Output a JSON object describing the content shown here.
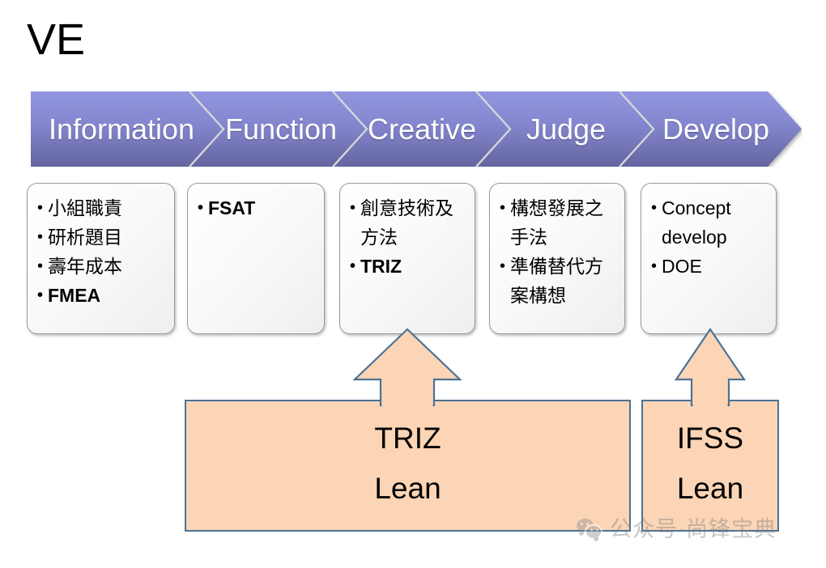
{
  "slide": {
    "title": "VE",
    "background_color": "#ffffff"
  },
  "process_banner": {
    "accent_top_color": "#9093dd",
    "accent_bottom_color": "#6667ac",
    "divider_color": "#d9d9d9",
    "text_color": "#ffffff",
    "steps": [
      {
        "label": "Information"
      },
      {
        "label": "Function"
      },
      {
        "label": "Creative"
      },
      {
        "label": "Judge"
      },
      {
        "label": "Develop"
      }
    ]
  },
  "step_boxes": [
    {
      "name": "information",
      "items": [
        {
          "text": "小組職責",
          "style": "cjk"
        },
        {
          "text": "研析題目",
          "style": "cjk"
        },
        {
          "text": "壽年成本",
          "style": "cjk"
        },
        {
          "text": "FMEA",
          "style": "latin"
        }
      ]
    },
    {
      "name": "function",
      "items": [
        {
          "text": "FSAT",
          "style": "latin"
        }
      ]
    },
    {
      "name": "creative",
      "items": [
        {
          "text": "創意技術及方法",
          "style": "cjk"
        },
        {
          "text": "TRIZ",
          "style": "latin"
        }
      ]
    },
    {
      "name": "judge",
      "items": [
        {
          "text": "構想發展之手法",
          "style": "cjk"
        },
        {
          "text": "準備替代方案構想",
          "style": "cjk"
        }
      ]
    },
    {
      "name": "develop",
      "items": [
        {
          "text": "Concept develop",
          "style": "latin-plain"
        },
        {
          "text": "DOE",
          "style": "latin-plain"
        }
      ]
    }
  ],
  "callouts": [
    {
      "name": "triz-lean",
      "line1": "TRIZ",
      "line2": "Lean",
      "fill_color": "#fbd5b5",
      "border_color": "#4b7296",
      "points_to": "creative"
    },
    {
      "name": "ifss-lean",
      "line1": "IFSS",
      "line2": "Lean",
      "fill_color": "#fbd5b5",
      "border_color": "#4b7296",
      "points_to": "develop"
    }
  ],
  "watermark": {
    "text": "公众号·尚锋宝典",
    "icon": "wechat-icon",
    "color": "#7b7b7b"
  }
}
